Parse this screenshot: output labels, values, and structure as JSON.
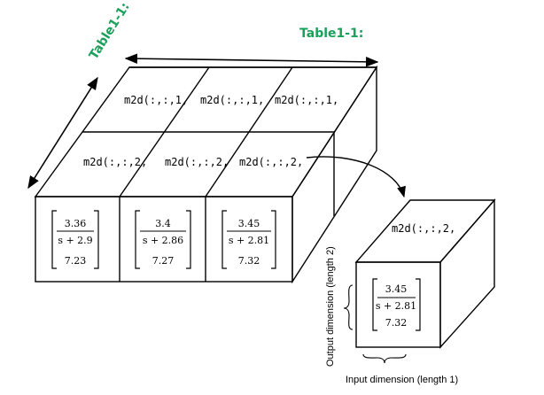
{
  "labels": {
    "top_dimension": "Table1-1:",
    "side_dimension": "Table1-1:",
    "output_dimension": "Output dimension (length 2)",
    "input_dimension": "Input dimension (length 1)"
  },
  "slices": {
    "back": [
      "m2d(:,:,1,",
      "m2d(:,:,1,",
      "m2d(:,:,1,"
    ],
    "front": [
      "m2d(:,:,2,",
      "m2d(:,:,2,",
      "m2d(:,:,2,"
    ],
    "extracted": "m2d(:,:,2,"
  },
  "matrices": [
    {
      "num": "3.36",
      "den": "s + 2.9",
      "bottom": "7.23"
    },
    {
      "num": "3.4",
      "den": "s + 2.86",
      "bottom": "7.27"
    },
    {
      "num": "3.45",
      "den": "s + 2.81",
      "bottom": "7.32"
    }
  ],
  "extracted_matrix": {
    "num": "3.45",
    "den": "s + 2.81",
    "bottom": "7.32"
  },
  "colors": {
    "accent": "#1aa05a",
    "stroke": "#000000"
  }
}
